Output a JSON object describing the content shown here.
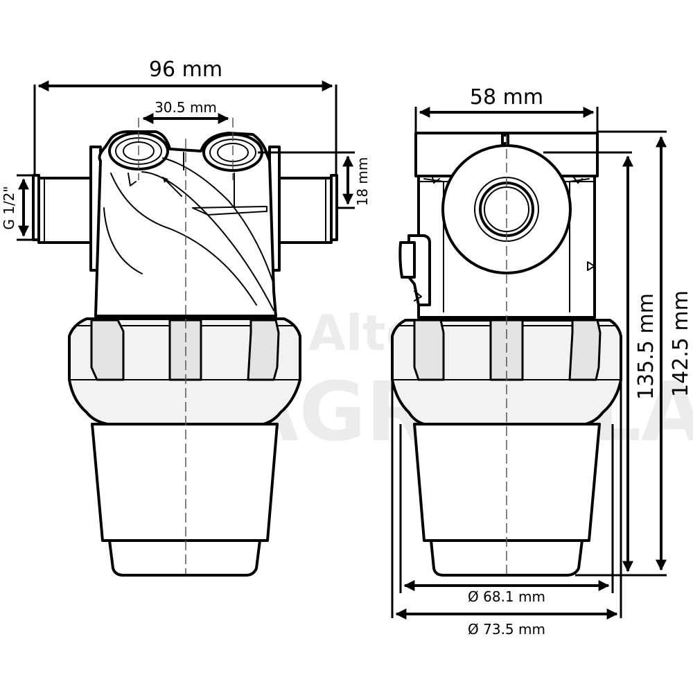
{
  "watermark": {
    "line1": "AltoTevere",
    "line2": "AGRICOLA"
  },
  "dimensions": {
    "overall_width": "96 mm",
    "port_spacing": "30.5 mm",
    "thread": "G 1/2\"",
    "port_offset": "18 mm",
    "side_width": "58 mm",
    "height_body": "135.5 mm",
    "height_total": "142.5 mm",
    "bowl_diameter": "Ø 68.1 mm",
    "nut_diameter": "Ø 73.5 mm"
  }
}
